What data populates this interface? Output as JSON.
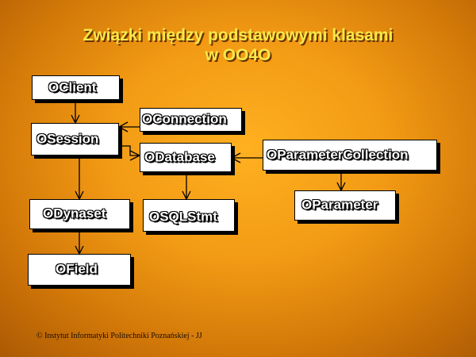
{
  "title": {
    "line1": "Związki między podstawowymi klasami",
    "line2": "w OO4O"
  },
  "classes": {
    "oclient": "OClient",
    "oconnection": "OConnection",
    "osession": "OSession",
    "odatabase": "ODatabase",
    "oparametercollection": "OParameterCollection",
    "odynaset": "ODynaset",
    "osqlstmt": "OSQLStmt",
    "oparameter": "OParameter",
    "ofield": "OField"
  },
  "footer": "© Instytut Informatyki Politechniki Poznańskiej - JJ",
  "colors": {
    "background": "#f29a14",
    "title": "#f7e84a",
    "box": "#ffffff"
  }
}
